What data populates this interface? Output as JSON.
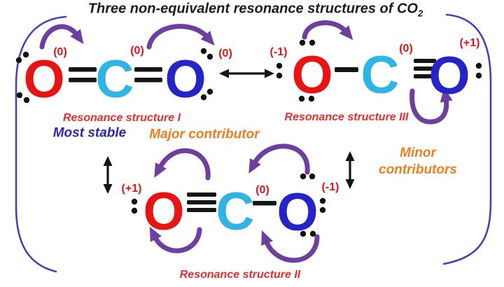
{
  "title": {
    "text": "Three non-equivalent resonance structures of CO",
    "subscript": "2"
  },
  "palette": {
    "oxygen_red": "#e81414",
    "carbon_cyan": "#30b4e6",
    "oxygen_blue": "#2424c8",
    "arrow_purple": "#6d3f9e",
    "bracket_blue": "#4543b4",
    "charge_red": "#e01414",
    "resonance_label_red": "#e62e2e",
    "stable_blue": "#2929b5",
    "contributor_orange": "#ef7d22",
    "title_dark": "#1c1c1c",
    "bond_black": "#151515"
  },
  "structures": {
    "i": {
      "label": "Resonance structure I",
      "atoms": [
        {
          "symbol": "O",
          "charge": "(0)"
        },
        {
          "symbol": "C",
          "charge": "(0)"
        },
        {
          "symbol": "O",
          "charge": "(0)"
        }
      ],
      "bonds": [
        "double",
        "double"
      ]
    },
    "ii": {
      "label": "Resonance structure II",
      "atoms": [
        {
          "symbol": "O",
          "charge": "(+1)"
        },
        {
          "symbol": "C",
          "charge": "(0)"
        },
        {
          "symbol": "O",
          "charge": "(-1)"
        }
      ],
      "bonds": [
        "triple",
        "single"
      ]
    },
    "iii": {
      "label": "Resonance structure III",
      "atoms": [
        {
          "symbol": "O",
          "charge": "(-1)"
        },
        {
          "symbol": "C",
          "charge": "(0)"
        },
        {
          "symbol": "O",
          "charge": "(+1)"
        }
      ],
      "bonds": [
        "single",
        "triple"
      ]
    }
  },
  "annotations": {
    "most_stable": "Most stable",
    "major_contributor": "Major contributor",
    "minor_contributors_line1": "Minor",
    "minor_contributors_line2": "contributors"
  }
}
